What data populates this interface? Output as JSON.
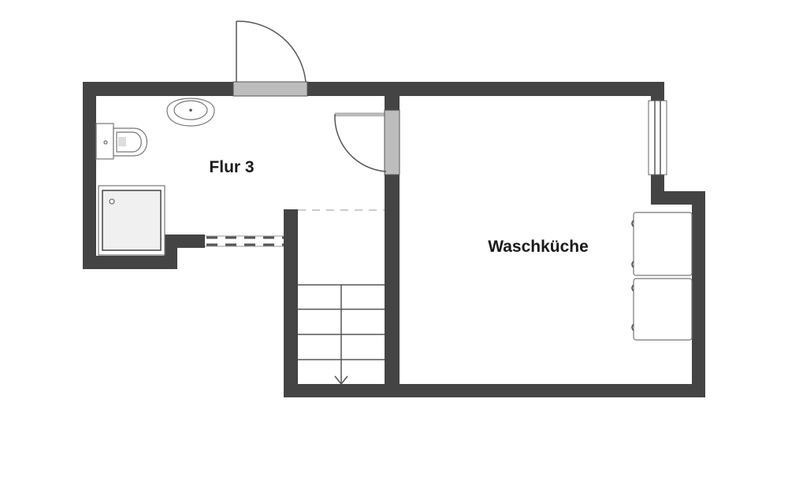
{
  "plan": {
    "rooms": [
      {
        "name": "Flur 3"
      },
      {
        "name": "Waschküche"
      }
    ],
    "stairs": {
      "steps": 4,
      "direction": "down"
    },
    "colors": {
      "wall": "#444444",
      "door": "#bdbdbd",
      "background": "#ffffff"
    }
  }
}
